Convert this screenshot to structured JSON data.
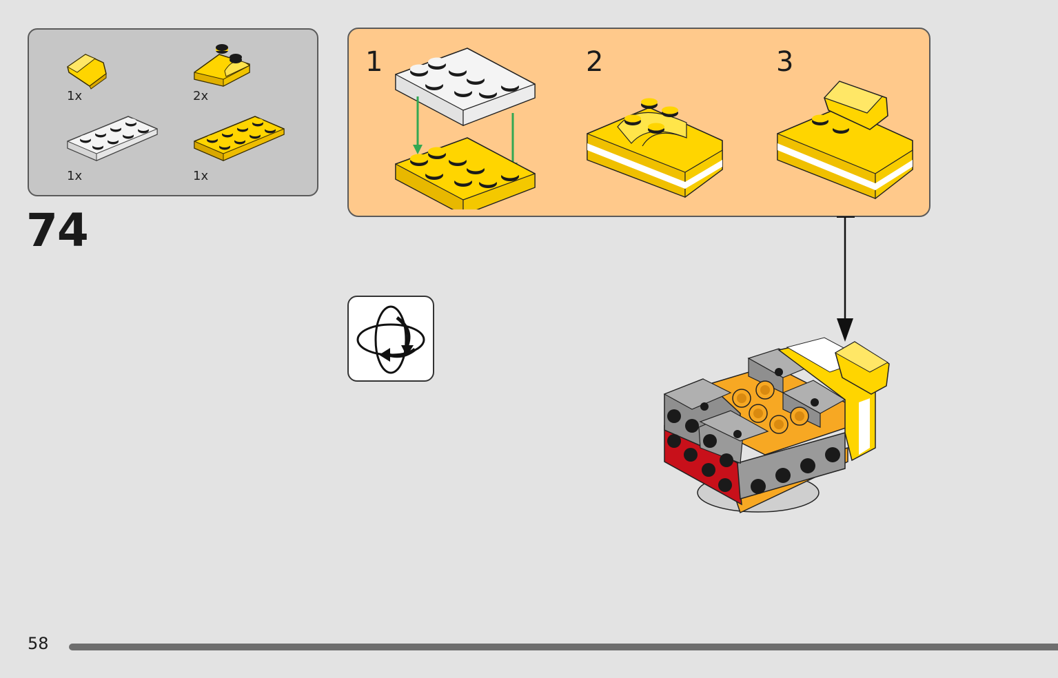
{
  "parts": [
    {
      "name": "yellow-slope-piece",
      "qty": "1x"
    },
    {
      "name": "yellow-curved-plate-piece",
      "qty": "2x"
    },
    {
      "name": "white-2x4-plate-piece",
      "qty": "1x"
    },
    {
      "name": "yellow-2x4-plate-piece",
      "qty": "1x"
    }
  ],
  "step": {
    "number": "74"
  },
  "substeps": [
    {
      "number": "1"
    },
    {
      "number": "2"
    },
    {
      "number": "3"
    }
  ],
  "page": {
    "number": "58"
  },
  "colors": {
    "page_bg": "#e3e3e3",
    "parts_bg": "#c6c6c6",
    "substep_bg": "#ffc98b",
    "brick_yellow": "#ffd500",
    "brick_orange": "#f7a823",
    "brick_gray": "#9a9a9a",
    "brick_red": "#c8101a",
    "arrow_green": "#33a852"
  },
  "icons": [
    "rotate-model-icon",
    "down-arrow-icon",
    "green-assembly-arrow-icon"
  ]
}
